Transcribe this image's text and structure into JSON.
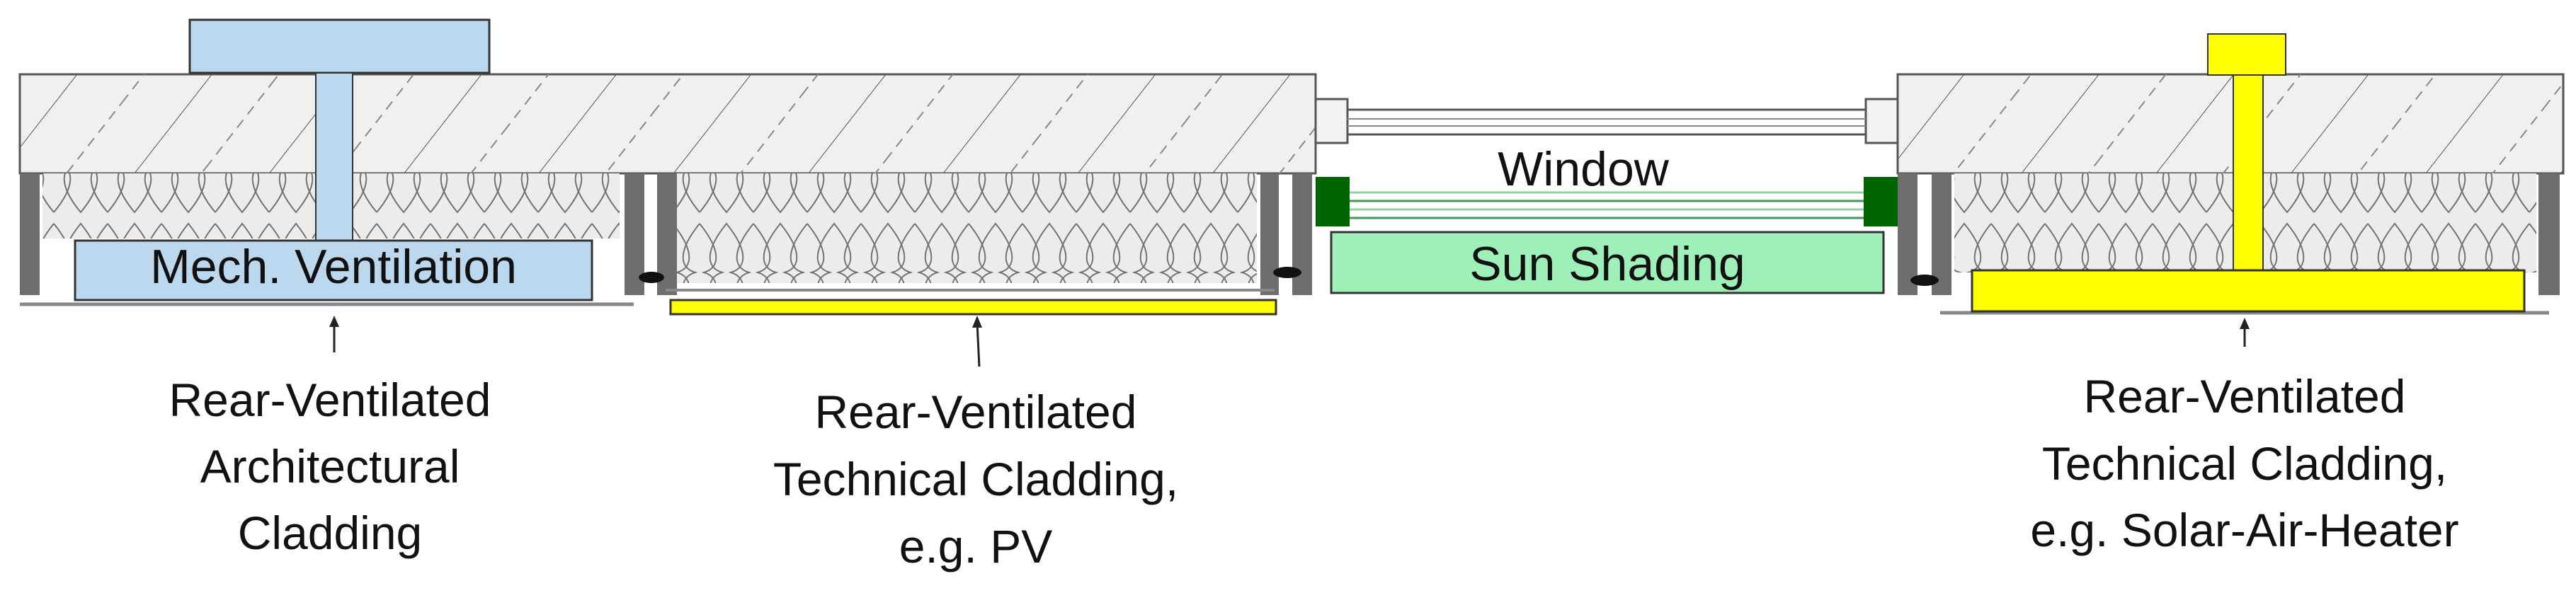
{
  "labels": {
    "mech_ventilation": "Mech. Ventilation",
    "window": "Window",
    "sun_shading": "Sun Shading",
    "caption_left": [
      "Rear-Ventilated",
      "Architectural",
      "Cladding"
    ],
    "caption_middle": [
      "Rear-Ventilated",
      "Technical Cladding,",
      "e.g. PV"
    ],
    "caption_right": [
      "Rear-Ventilated",
      "Technical Cladding,",
      "e.g. Solar-Air-Heater"
    ]
  },
  "colors": {
    "mech_ventilation": "#bcd8ef",
    "pv_yellow": "#ffff00",
    "sun_shading": "#9ff0b8",
    "window_frame_green": "#006400",
    "wall_grey": "#f0f0f0",
    "insulation_grey": "#ececec",
    "bracket_grey": "#6e6e6e"
  }
}
